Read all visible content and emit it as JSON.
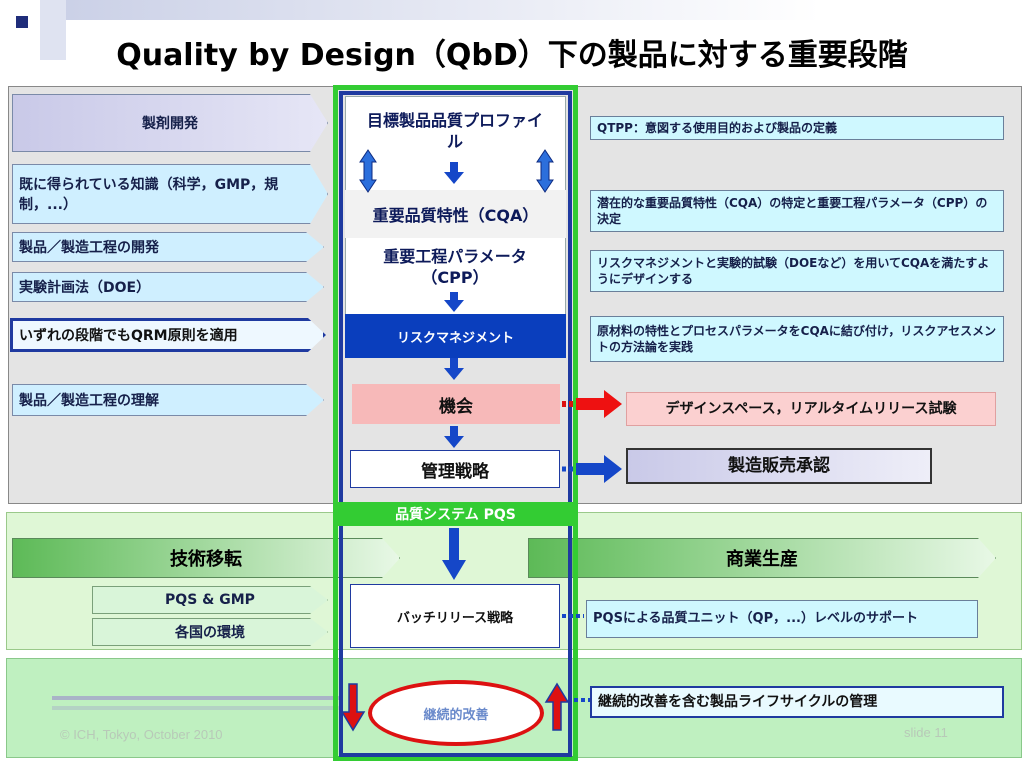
{
  "title": "Quality by Design（QbD）下の製品に対する重要段階",
  "left_labels": {
    "formulation": "製剤開発",
    "prior_knowledge": "既に得られている知識（科学，GMP，規制，...）",
    "process_dev": "製品／製造工程の開発",
    "doe": "実験計画法（DOE）",
    "qrm": "いずれの段階でもQRM原則を適用",
    "understanding": "製品／製造工程の理解"
  },
  "center": {
    "qtpp": "目標製品品質プロファイル",
    "cqa": "重要品質特性（CQA）",
    "cpp": "重要工程パラメータ（CPP）",
    "risk": "リスクマネジメント",
    "opportunity": "機会",
    "control": "管理戦略",
    "pqs": "品質システム PQS",
    "batch": "バッチリリース戦略",
    "ci": "継続的改善"
  },
  "right_boxes": {
    "qtpp_def": "QTPP：意図する使用目的および製品の定義",
    "cqa_cpp": "潜在的な重要品質特性（CQA）の特定と重要工程パラメータ（CPP）の決定",
    "design": "リスクマネジメントと実験的試験（DOEなど）を用いてCQAを満たすようにデザインする",
    "link": "原材料の特性とプロセスパラメータをCQAに結び付け，リスクアセスメントの方法論を実践",
    "ds_rt": "デザインスペース，リアルタイムリリース試験",
    "approval": "製造販売承認",
    "qu_support": "PQSによる品質ユニット（QP，...）レベルのサポート",
    "lifecycle": "継続的改善を含む製品ライフサイクルの管理"
  },
  "mid_labels": {
    "tech_transfer": "技術移転",
    "commercial": "商業生産",
    "pqs_gmp": "PQS & GMP",
    "environment": "各国の環境"
  },
  "footer": {
    "copyright": "© ICH, Tokyo, October 2010",
    "slide": "slide 11"
  },
  "colors": {
    "navy": "#1f3aa0",
    "green": "#33cc33",
    "red": "#dd1111",
    "light_cyan": "#cff8ff",
    "pink": "#f7b9b9"
  }
}
